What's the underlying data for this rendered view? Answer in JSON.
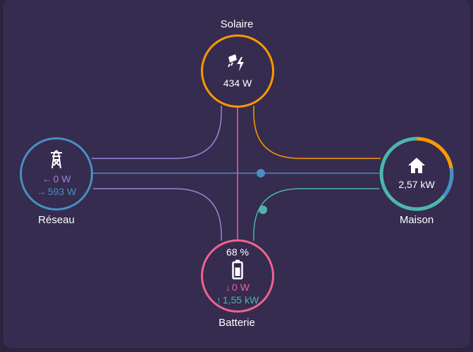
{
  "solar": {
    "label": "Solaire",
    "value": "434 W",
    "icon": "solar-power-icon",
    "color": "#ff9800"
  },
  "grid": {
    "label": "Réseau",
    "return_value": "0 W",
    "consumption_value": "593 W",
    "icon": "transmission-tower-icon",
    "color": "#488fc2",
    "return_color": "#a280db"
  },
  "home": {
    "label": "Maison",
    "value": "2,57 kW",
    "icon": "home-icon"
  },
  "battery": {
    "label": "Batterie",
    "state_of_charge": "68 %",
    "in_value": "0 W",
    "out_value": "1,55 kW",
    "icon": "battery-icon",
    "in_color": "#f06292",
    "out_color": "#4db6ac"
  },
  "colors": {
    "solar": "#ff9800",
    "grid": "#488fc2",
    "grid_return": "#a280db",
    "battery": "#f06292",
    "battery_out": "#4db6ac"
  }
}
